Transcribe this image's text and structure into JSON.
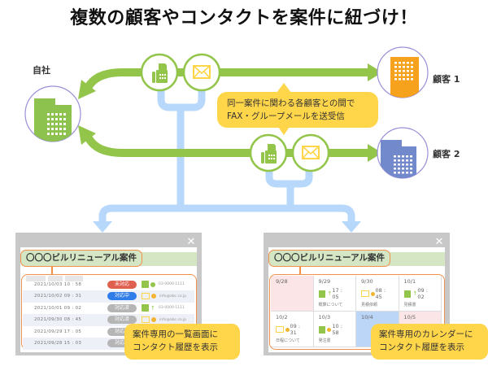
{
  "title": "複数の顧客やコンタクトを案件に紐づけ！",
  "colors": {
    "green_arrow": "#93c54b",
    "blue_branch": "#b7d8fb",
    "orange_frame": "#f0904a",
    "bubble_yellow": "#ffd54a",
    "own_building": "#8dc24f",
    "customer1_building": "#f7a21c",
    "customer2_building": "#7289cc",
    "badge_unhandled": "#e06050",
    "badge_in_progress": "#2f7de8",
    "badge_done": "#b5b5b5"
  },
  "nodes": {
    "own_company": {
      "label": "自社",
      "icon": "building-icon"
    },
    "customer1": {
      "label": "顧客 1",
      "icon": "building-icon"
    },
    "customer2": {
      "label": "顧客 2",
      "icon": "building-icon"
    }
  },
  "channels": [
    {
      "icon": "fax-icon"
    },
    {
      "icon": "mail-icon"
    }
  ],
  "bubble_top": {
    "line1": "同一案件に関わる各顧客との間で",
    "line2": "FAX・グループメールを送受信"
  },
  "list_window": {
    "case_title": "〇〇〇ビルリニューアル案件",
    "close_icon": "close-icon",
    "rows": [
      {
        "datetime": "2021/10/03  10 : 58",
        "status": "未対応",
        "status_type": "unhandled",
        "channel": "fax",
        "direction": "in",
        "contact": "03-0000-1111"
      },
      {
        "datetime": "2021/10/02  09 : 31",
        "status": "対応中",
        "status_type": "in_progress",
        "channel": "mail",
        "direction": "in",
        "contact": "info@abc.co.jp"
      },
      {
        "datetime": "2021/10/01  09 : 02",
        "status": "対応済",
        "status_type": "done",
        "channel": "fax",
        "direction": "out",
        "contact": "03-0000-1111"
      },
      {
        "datetime": "2021/09/30  08 : 45",
        "status": "対応済",
        "status_type": "done",
        "channel": "mail",
        "direction": "in",
        "contact": "info@abc.co.jp"
      },
      {
        "datetime": "2021/09/29  17 : 05",
        "status": "対応済",
        "status_type": "done",
        "channel": "fax",
        "direction": "out",
        "contact": ""
      },
      {
        "datetime": "2021/09/28  15 : 03",
        "status": "対応済",
        "status_type": "done",
        "channel": "fax",
        "direction": "in",
        "contact": ""
      }
    ],
    "callout": {
      "line1": "案件専用の一覧画面に",
      "line2": "コンタクト履歴を表示"
    }
  },
  "calendar_window": {
    "case_title": "〇〇〇ビルリニューアル案件",
    "close_icon": "close-icon",
    "cells": [
      {
        "date": "9/28",
        "time": "",
        "note": "",
        "channel": "",
        "direction": "",
        "bg": "pink"
      },
      {
        "date": "9/29",
        "time": "17 : 05",
        "note": "概算について",
        "channel": "fax",
        "direction": "out",
        "bg": "white"
      },
      {
        "date": "9/30",
        "time": "08 : 45",
        "note": "見積依頼",
        "channel": "mail",
        "direction": "in",
        "bg": "white"
      },
      {
        "date": "10/1",
        "time": "09 : 02",
        "note": "見積書",
        "channel": "fax",
        "direction": "out",
        "bg": "white"
      },
      {
        "date": "10/2",
        "time": "09 : 31",
        "note": "日程について",
        "channel": "mail",
        "direction": "in",
        "bg": "white"
      },
      {
        "date": "10/3",
        "time": "10 : 58",
        "note": "発注書",
        "channel": "fax",
        "direction": "in",
        "bg": "white"
      },
      {
        "date": "10/4",
        "time": "",
        "note": "",
        "channel": "",
        "direction": "",
        "bg": "blue"
      },
      {
        "date": "10/5",
        "time": "",
        "note": "",
        "channel": "",
        "direction": "",
        "bg": "pink"
      }
    ],
    "callout": {
      "line1": "案件専用のカレンダーに",
      "line2": "コンタクト履歴を表示"
    }
  }
}
